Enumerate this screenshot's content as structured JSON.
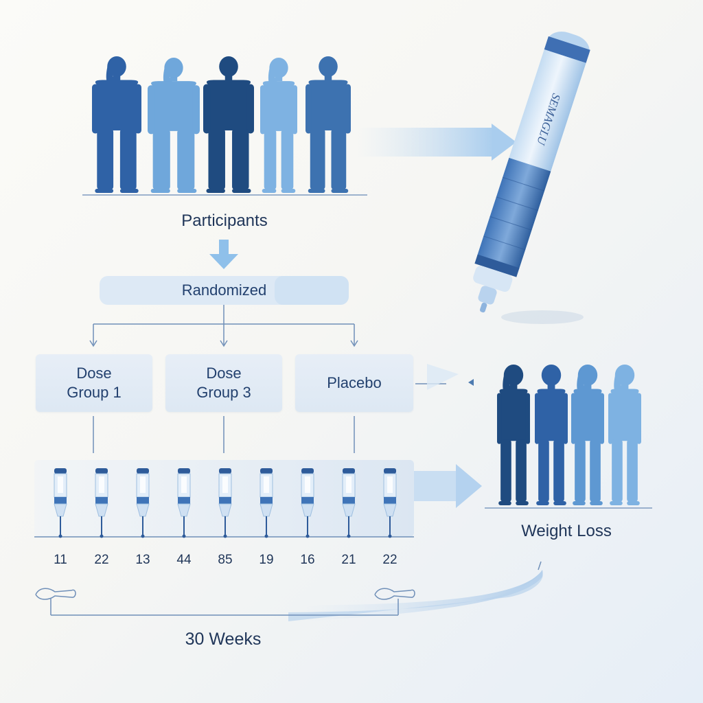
{
  "labels": {
    "participants": "Participants",
    "randomized": "Randomized",
    "weight_loss": "Weight Loss",
    "duration": "30 Weeks",
    "pen_text": "SEMAGLU"
  },
  "groups": [
    {
      "label": "Dose\nGroup 1"
    },
    {
      "label": "Dose\nGroup 3"
    },
    {
      "label": "Placebo"
    }
  ],
  "timeline": [
    "11",
    "22",
    "13",
    "44",
    "85",
    "19",
    "16",
    "21",
    "22"
  ],
  "colors": {
    "dark_blue": "#1f4b80",
    "mid_blue": "#3d72b0",
    "light_blue": "#7eb2e2",
    "arrow": "#a9cdee",
    "box_bg": "#e3ecf6"
  }
}
